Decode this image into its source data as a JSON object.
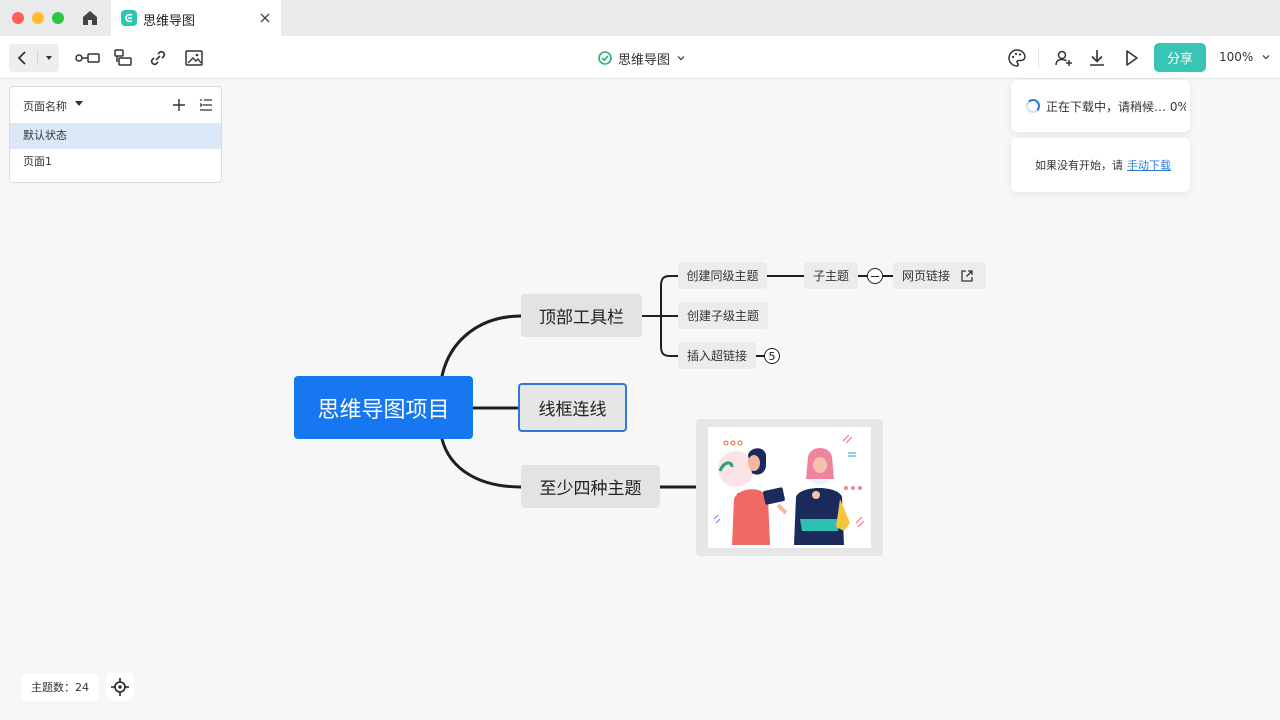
{
  "titlebar": {
    "tab_title": "思维导图"
  },
  "toolbar": {
    "doc_title": "思维导图",
    "share_label": "分享",
    "zoom": "100%"
  },
  "page_panel": {
    "title": "页面名称",
    "pages": [
      {
        "label": "默认状态",
        "active": true
      },
      {
        "label": "页面1",
        "active": false
      }
    ]
  },
  "toast": {
    "downloading": "正在下载中，请稍候… 0%",
    "hint": "如果没有开始，请",
    "manual_link": "手动下载"
  },
  "mindmap": {
    "root": "思维导图项目",
    "branches": [
      "顶部工具栏",
      "线框连线",
      "至少四种主题"
    ],
    "toolbar_children": [
      "创建同级主题",
      "创建子级主题",
      "插入超链接"
    ],
    "subtopic": "子主题",
    "weblink": "网页链接",
    "collapsed_count": "5"
  },
  "footer": {
    "topic_count": "主题数：24"
  },
  "colors": {
    "accent": "#1677f0",
    "share": "#39c5b5",
    "branch_bg": "#e3e3e3"
  }
}
